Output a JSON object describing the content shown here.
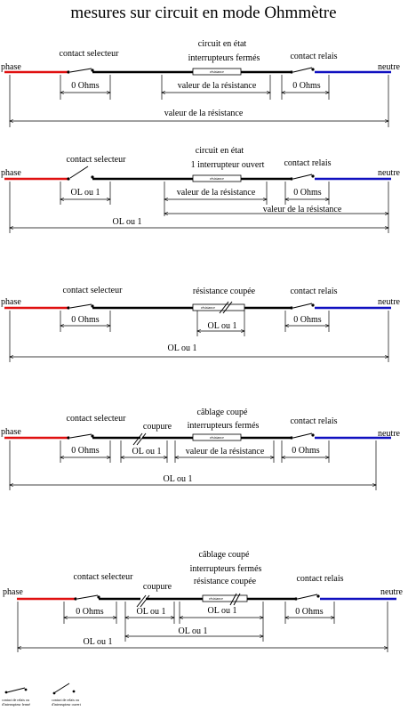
{
  "title": "mesures sur circuit en mode Ohmmètre",
  "diagrams": [
    {
      "phase": "phase",
      "neutre": "neutre",
      "selector": "contact selecteur",
      "relay": "contact relais",
      "header": [
        "circuit en état",
        "interrupteurs fermés"
      ],
      "resistor": "résistance",
      "measurements": [
        "0 Ohms",
        "valeur de la résistance",
        "0 Ohms",
        "valeur de la résistance"
      ]
    },
    {
      "phase": "phase",
      "neutre": "neutre",
      "selector": "contact selecteur",
      "relay": "contact relais",
      "header": [
        "circuit en état",
        "1 interrupteur ouvert"
      ],
      "resistor": "résistance",
      "measurements": [
        "OL ou  1",
        "valeur de la résistance",
        "0 Ohms",
        "valeur de la résistance",
        "OL ou  1"
      ]
    },
    {
      "phase": "phase",
      "neutre": "neutre",
      "selector": "contact selecteur",
      "relay": "contact relais",
      "header": [
        "résistance coupée"
      ],
      "resistor": "résistance",
      "measurements": [
        "0 Ohms",
        "OL ou  1",
        "0 Ohms",
        "OL ou  1"
      ]
    },
    {
      "phase": "phase",
      "neutre": "neutre",
      "selector": "contact selecteur",
      "relay": "contact relais",
      "header": [
        "câblage coupé",
        "interrupteurs fermés"
      ],
      "cut_label": "coupure",
      "resistor": "résistance",
      "measurements": [
        "0 Ohms",
        "OL ou  1",
        "valeur de la résistance",
        "0 Ohms",
        "OL ou  1"
      ]
    },
    {
      "phase": "phase",
      "neutre": "neutre",
      "selector": "contact selecteur",
      "relay": "contact relais",
      "header": [
        "câblage coupé",
        "interrupteurs fermés",
        "résistance coupée"
      ],
      "cut_label": "coupure",
      "resistor": "résistance",
      "measurements": [
        "0 Ohms",
        "OL ou  1",
        "OL ou  1",
        "0 Ohms",
        "OL ou  1",
        "OL ou  1"
      ]
    }
  ],
  "legend": {
    "closed": [
      "contact de relais ou",
      "d'interrupteur fermé"
    ],
    "open": [
      "contact de relais ou",
      "d'interrupteur ouvert"
    ]
  }
}
